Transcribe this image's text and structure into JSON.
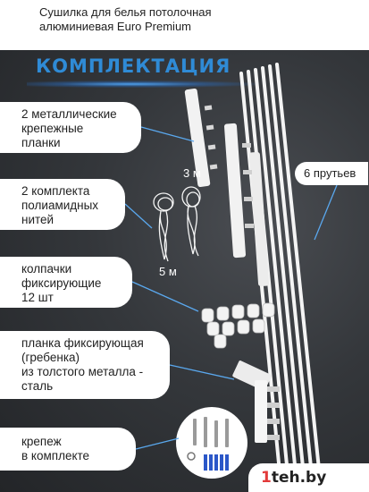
{
  "header": {
    "title_line1": "Сушилка для белья потолочная",
    "title_line2": "алюминиевая Euro Premium"
  },
  "section_title": "КОМПЛЕКТАЦИЯ",
  "items": [
    {
      "lines": [
        "2 металлические",
        "крепежные",
        "планки"
      ]
    },
    {
      "lines": [
        "2 комплекта",
        "полиамидных",
        "нитей"
      ]
    },
    {
      "lines": [
        "колпачки",
        "фиксирующие",
        "12 шт"
      ]
    },
    {
      "lines": [
        "планка фиксирующая",
        "(гребенка)",
        "из толстого металла -",
        "сталь"
      ]
    },
    {
      "lines": [
        "крепеж",
        "в комплекте"
      ]
    }
  ],
  "labels": {
    "length_bracket": "3 м",
    "length_cord": "5 м",
    "rods": "6 прутьев"
  },
  "brand": {
    "digit": "1",
    "text": "teh.by"
  },
  "colors": {
    "accent": "#2f8bd6",
    "brand_red": "#e23a3a",
    "background": "#2c2f33"
  }
}
